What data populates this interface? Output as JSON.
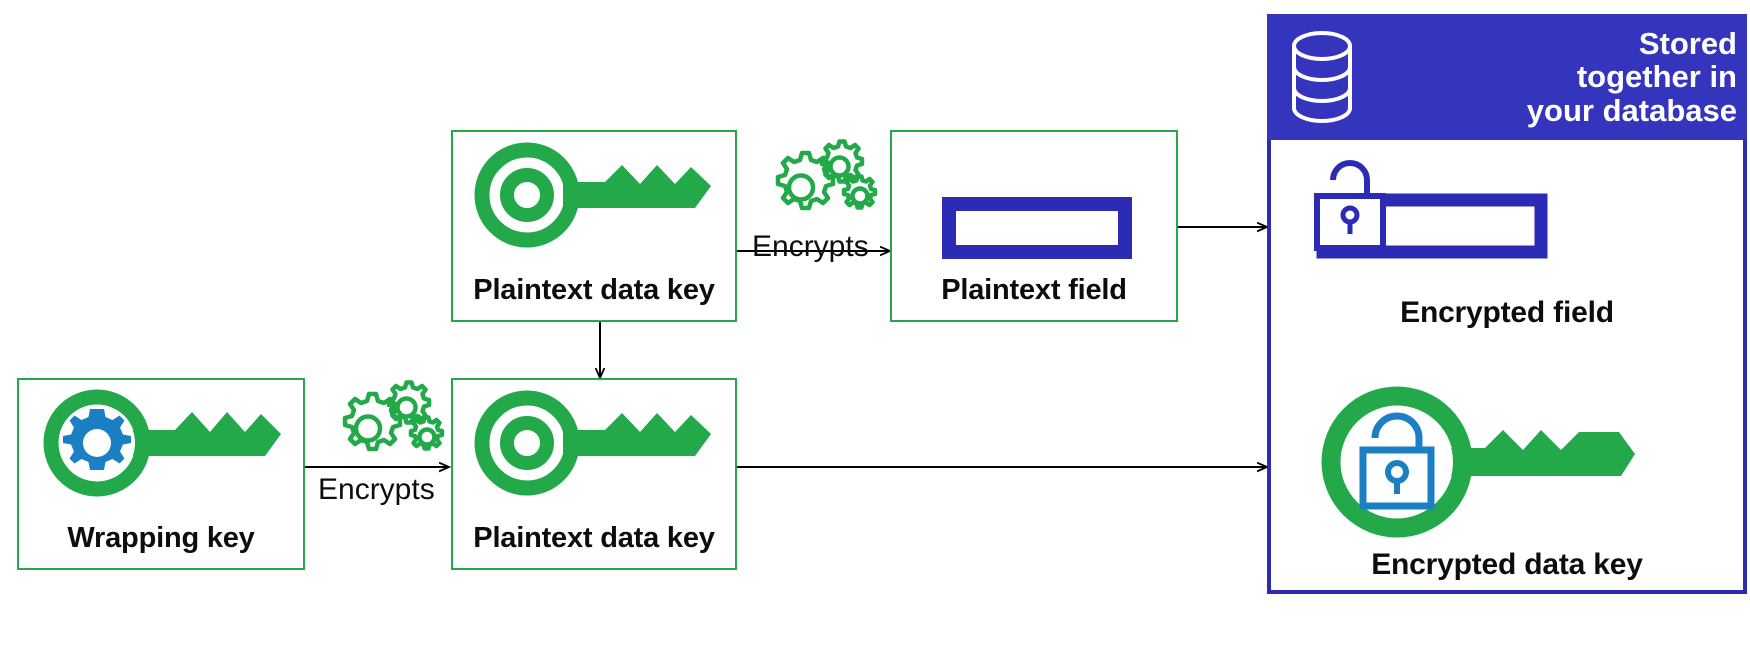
{
  "diagram": {
    "title": "Envelope encryption data key workflow",
    "colors": {
      "green": "#23a94a",
      "blue_dark": "#2b2bb5",
      "blue_header": "#3434bd",
      "blue_accent": "#1b7fc4",
      "black": "#0d0d0d",
      "white": "#ffffff"
    },
    "nodes": [
      {
        "id": "wrapping-key",
        "label": "Wrapping key",
        "icon": "key-with-gear-icon",
        "border_color": "#23a94a"
      },
      {
        "id": "plaintext-data-key-top",
        "label": "Plaintext data key",
        "icon": "key-icon",
        "border_color": "#23a94a"
      },
      {
        "id": "plaintext-data-key-bottom",
        "label": "Plaintext data key",
        "icon": "key-icon",
        "border_color": "#23a94a"
      },
      {
        "id": "plaintext-field",
        "label": "Plaintext field",
        "icon": "field-rectangle-icon",
        "border_color": "#23a94a"
      },
      {
        "id": "encrypted-field",
        "label": "Encrypted field",
        "icon": "locked-field-icon",
        "border_color": "#2b2bb5"
      },
      {
        "id": "encrypted-data-key",
        "label": "Encrypted data key",
        "icon": "key-with-lock-icon",
        "border_color": "#2b2bb5"
      }
    ],
    "database_panel": {
      "header_text": "Stored\ntogether in\nyour database",
      "header_icon": "database-cylinder-icon"
    },
    "edges": [
      {
        "id": "wrapping-to-plaintext-bottom",
        "label": "Encrypts",
        "icon": "gears-icon",
        "direction": "right"
      },
      {
        "id": "plaintext-top-to-plaintext-field",
        "label": "Encrypts",
        "icon": "gears-icon",
        "direction": "right"
      },
      {
        "id": "plaintext-top-to-plaintext-bottom",
        "label": "",
        "icon": "",
        "direction": "down"
      },
      {
        "id": "plaintext-field-to-encrypted-field",
        "label": "",
        "icon": "",
        "direction": "right"
      },
      {
        "id": "plaintext-bottom-to-encrypted-data-key",
        "label": "",
        "icon": "",
        "direction": "right"
      }
    ]
  }
}
